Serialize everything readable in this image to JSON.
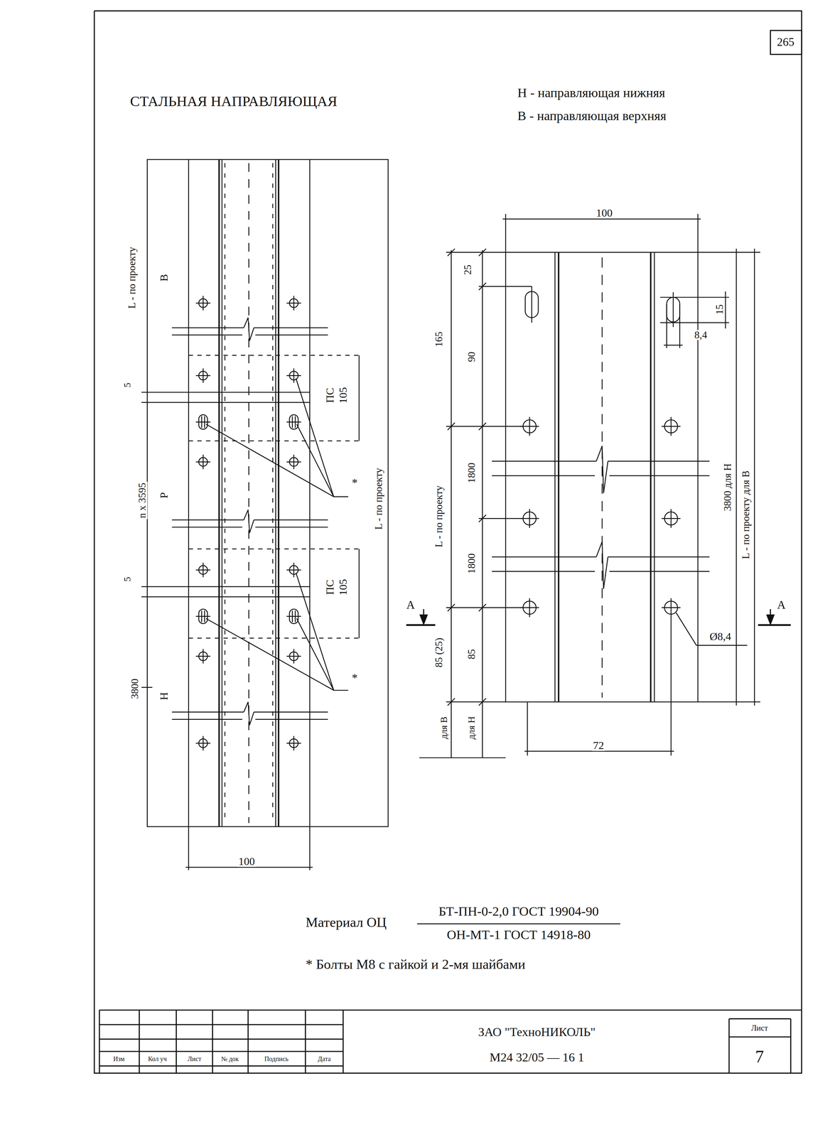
{
  "diagram": {
    "title": "СТАЛЬНАЯ НАПРАВЛЯЮЩАЯ",
    "labels": [
      "265",
      "Н - направляющая нижняя",
      "В - направляющая верхняя",
      "L - по проекту",
      "В",
      "5",
      "ПС",
      "105",
      "n x 3595",
      "Р",
      "*",
      "L - по проекту",
      "5",
      "ПС",
      "105",
      "*",
      "3800",
      "Н",
      "100",
      "100",
      "25",
      "165",
      "90",
      "15",
      "8,4",
      "1800",
      "L - по проекту",
      "3800 для Н",
      "L - по проекту для В",
      "1800",
      "А",
      "А",
      "Ø8,4",
      "85 (25)",
      "85",
      "для В",
      "для Н",
      "72",
      "Материал ОЦ",
      "БТ-ПН-0-2,0 ГОСТ 19904-90",
      "ОН-МТ-1 ГОСТ 14918-80",
      "* Болты М8 с гайкой и 2-мя шайбами",
      "Изм",
      "Кол уч",
      "Лист",
      "№ док",
      "Подпись",
      "Дата",
      "ЗАО \"ТехноНИКОЛЬ\"",
      "М24 32/05 — 16 1",
      "Лист",
      "7"
    ]
  }
}
